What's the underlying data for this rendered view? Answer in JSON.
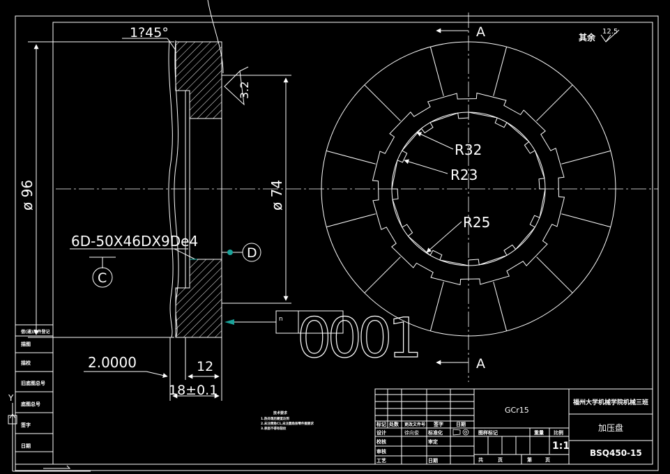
{
  "part_view": {
    "chamfer_label": "1?45°",
    "roughness_label": "3.2",
    "diameter_outer": "ø 96",
    "diameter_inner": "ø 74",
    "spline_spec": "6D-50X46DX9De4",
    "datum_c": "C",
    "datum_d": "D",
    "dim_width_total": "18±0.1",
    "dim_width_inner": "12",
    "dim_offset": "2.0000",
    "tolerance_symbol": "n",
    "tolerance_value": "0001"
  },
  "section_view": {
    "section_label_top": "A",
    "section_label_bottom": "A",
    "roughness_note": "其余",
    "roughness_value": "12.5",
    "radius_1": "R32",
    "radius_2": "R23",
    "radius_3": "R25"
  },
  "left_strip": {
    "labels": [
      "借(通)用件登记",
      "描图",
      "描校",
      "旧底图总号",
      "底图总号",
      "签字",
      "日期"
    ]
  },
  "title_block": {
    "material": "GCr15",
    "institution": "福州大学机械学院机械三班",
    "part_name": "加压盘",
    "drawing_number": "BSQ450-15",
    "scale_value": "1:1",
    "header_row": [
      "标记",
      "处数",
      "更改文件号",
      "签字",
      "日期"
    ],
    "row_design": [
      "设计",
      "徐向俊",
      "标准化"
    ],
    "row_check": [
      "校核",
      "审定"
    ],
    "row_review": [
      "审核"
    ],
    "row_process": [
      "工艺",
      "日期"
    ],
    "stage_label": "图样标记",
    "weight_label": "重量",
    "scale_label": "比例",
    "sheet_total": "共",
    "sheet_unit_1": "页",
    "sheet_label": "第",
    "sheet_unit_2": "页"
  },
  "notes": {
    "title": "技术要求",
    "lines": [
      "1.热处理后硬度达到",
      "2.未注倒角C1,未注圆角按零件图要求",
      "3.表面不得有裂纹"
    ]
  },
  "ucs": {
    "y_label": "Y"
  },
  "colors": {
    "background": "#000000",
    "line": "#ffffff",
    "accent": "#1aa39a"
  }
}
